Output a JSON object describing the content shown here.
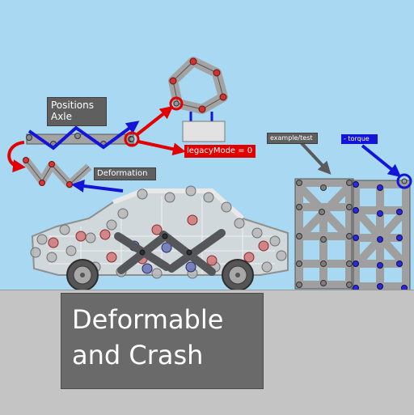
{
  "game": {
    "labels": {
      "positions_line1": "Positions",
      "positions_line2": "Axle",
      "deformation": "Deformation",
      "legacy_mode": "legacyMode = 0",
      "example_test": "example/test",
      "torque": "- torque"
    },
    "title": {
      "line1": "Deformable",
      "line2": "and Crash"
    },
    "colors": {
      "sky": "#a9d8f2",
      "ground": "#c4c4c4",
      "beam": "#a3a3a3",
      "red_accent": "#e00000",
      "blue_accent": "#1414d8",
      "label_bg": "#5f5f5f"
    },
    "icons": [
      "red-arrow-icon",
      "blue-arrow-icon",
      "gray-arrow-icon",
      "wheel-icon",
      "joint-icon",
      "target-ring-icon"
    ]
  }
}
